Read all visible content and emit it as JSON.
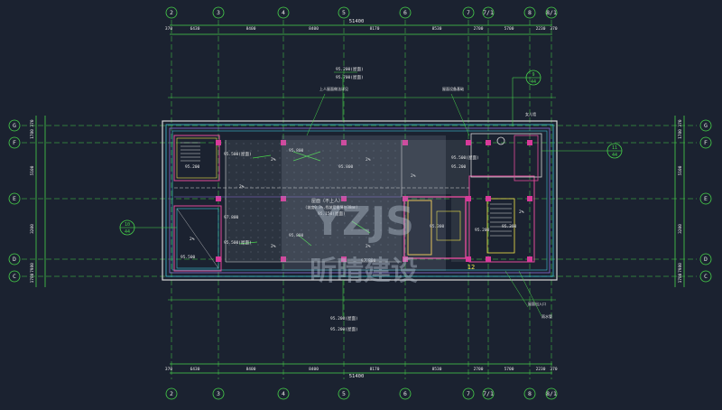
{
  "drawing": {
    "overall_dim": "51400",
    "top_axes": [
      "2",
      "3",
      "4",
      "5",
      "6",
      "7",
      "7/1",
      "8",
      "8/1"
    ],
    "bottom_axes": [
      "2",
      "3",
      "4",
      "5",
      "6",
      "7",
      "7/1",
      "8",
      "8/1"
    ],
    "span_dims": [
      "370",
      "6430",
      "8400",
      "8400",
      "8170",
      "8530",
      "2700",
      "5700",
      "2230",
      "370"
    ],
    "left_axes": [
      "G",
      "F",
      "E",
      "D",
      "C"
    ],
    "right_axes": [
      "G",
      "F",
      "E",
      "D",
      "C"
    ],
    "left_dims": [
      "370",
      "1780",
      "5100",
      "3200",
      "7980",
      "1780",
      "370"
    ],
    "right_dims": [
      "370",
      "1780",
      "5100",
      "3200",
      "7980",
      "1780",
      "370"
    ],
    "center_dim": "2700",
    "callouts": {
      "top_left_elev_1": "95.200(屋面)",
      "top_left_elev_2": "95.700(屋面)",
      "left_detail_num": "10",
      "left_detail_sheet": "44",
      "top_detail_num": "9",
      "top_detail_sheet": "44",
      "right_detail_num": "11",
      "right_detail_sheet": "44",
      "bottom_detail_num": "12"
    },
    "elevations": {
      "e1": "95.500(屋面)",
      "e2": "95.200",
      "e3": "95.800",
      "e4": "95.800",
      "e5": "97.800",
      "e6": "95.500(屋面)",
      "e7": "95.500",
      "e8": "95.800",
      "e9": "97.800",
      "e10": "95.500(屋面)",
      "e11": "95.150(屋面)",
      "e12": "95.300",
      "e13": "95.300",
      "e14": "95.200",
      "e15": "95.200",
      "e16": "95.200(屋面)",
      "e17": "95.200(屋面)"
    },
    "slopes": [
      "2%",
      "2%",
      "2%",
      "2%",
      "2%",
      "2%",
      "2%",
      "2%"
    ],
    "notes": {
      "n1": "上人屋面做法详见",
      "n2": "屋面设备基础",
      "n3": "女儿墙",
      "n4": "雨水管",
      "n5": "屋面出入口",
      "center_title": "屋面（不上人）",
      "center_sub": "(坡度0.3%,找坡层最薄处30mm)"
    },
    "watermark": {
      "latin": "YZJS",
      "cjk": "昕晴建设"
    }
  }
}
